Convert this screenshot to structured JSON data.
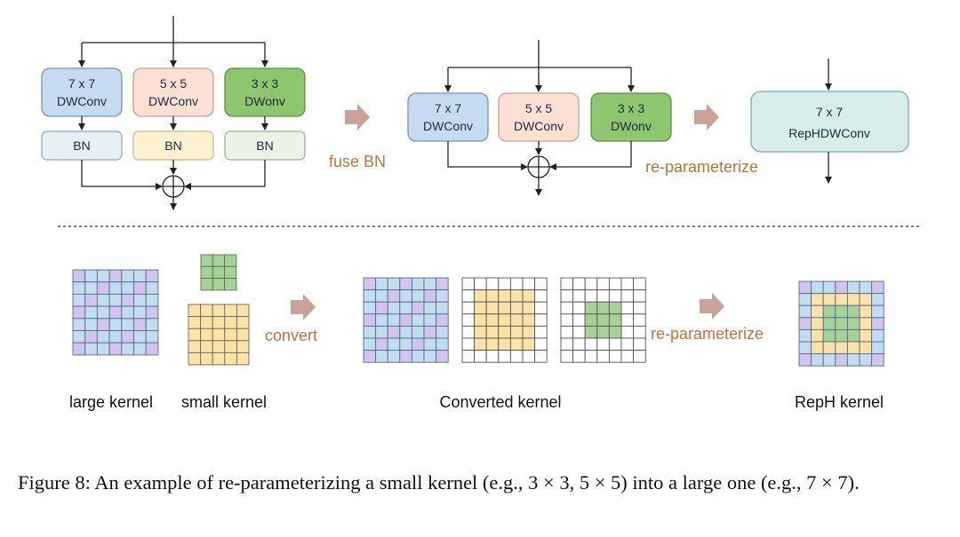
{
  "colors": {
    "blue_fill": "#c6dbf1",
    "blue_stroke": "#6d94bf",
    "salmon_fill": "#fbe0d3",
    "salmon_stroke": "#c9a08e",
    "green_fill": "#8ec66f",
    "green_stroke": "#5d9245",
    "bn_blue": "#e6f1f6",
    "bn_yellow": "#fdf2d0",
    "bn_green": "#eaf3e4",
    "rep_fill": "#d6ede9",
    "rep_stroke": "#7aaea7",
    "arrow": "#c9a29a",
    "label": "#c0723a",
    "grid_purple": "#cfc5ee",
    "grid_blue": "#c2dcf0",
    "grid_yellow": "#fbe2a8",
    "grid_green": "#a7d198"
  },
  "top": {
    "left_block": {
      "convs": [
        {
          "line1": "7 x 7",
          "line2": "DWConv"
        },
        {
          "line1": "5 x 5",
          "line2": "DWConv"
        },
        {
          "line1": "3 x 3",
          "line2": "DWonv"
        }
      ],
      "bns": [
        "BN",
        "BN",
        "BN"
      ]
    },
    "fuse_label": "fuse BN",
    "mid_block": {
      "convs": [
        {
          "line1": "7 x 7",
          "line2": "DWConv"
        },
        {
          "line1": "5 x 5",
          "line2": "DWConv"
        },
        {
          "line1": "3 x 3",
          "line2": "DWonv"
        }
      ]
    },
    "reparam_label": "re-parameterize",
    "rep_box": {
      "line1": "7 x 7",
      "line2": "RepHDWConv"
    }
  },
  "bottom": {
    "convert_label": "convert",
    "reparam_label": "re-parameterize",
    "labels": {
      "large": "large kernel",
      "small": "small kernel",
      "converted": "Converted kernel",
      "reph": "RepH kernel"
    }
  },
  "caption": "Figure 8: An example of re-parameterizing a small kernel (e.g., 3 × 3, 5 × 5) into a large one (e.g., 7 × 7)."
}
